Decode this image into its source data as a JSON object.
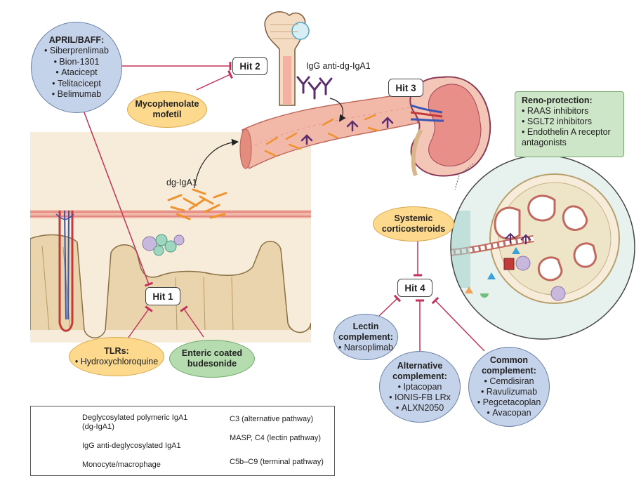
{
  "april_baff": {
    "title": "APRIL/BAFF:",
    "items": [
      "Siberprenlimab",
      "Bion-1301",
      "Atacicept",
      "Telitacicept",
      "Belimumab"
    ]
  },
  "mycophenolate": [
    "Mycophenolate",
    "mofetil"
  ],
  "hits": {
    "hit1": "Hit 1",
    "hit2": "Hit 2",
    "hit3": "Hit 3",
    "hit4": "Hit 4"
  },
  "labels": {
    "igg_anti": "IgG anti-dg-IgA1",
    "dg_iga1": "dg-IgA1"
  },
  "reno": {
    "title": "Reno-protection:",
    "items": [
      "RAAS inhibitors",
      "SGLT2 inhibitors",
      "Endothelin A receptor antagonists"
    ]
  },
  "systemic": [
    "Systemic",
    "corticosteroids"
  ],
  "tlrs": {
    "title": "TLRs:",
    "items": [
      "Hydroxychloroquine"
    ]
  },
  "enteric": [
    "Enteric coated",
    "budesonide"
  ],
  "lectin": {
    "title": [
      "Lectin",
      "complement:"
    ],
    "items": [
      "Narsoplimab"
    ]
  },
  "alternative": {
    "title": [
      "Alternative",
      "complement:"
    ],
    "items": [
      "Iptacopan",
      "IONIS-FB LRx",
      "ALXN2050"
    ]
  },
  "common": {
    "title": [
      "Common",
      "complement:"
    ],
    "items": [
      "Cemdisiran",
      "Ravulizumab",
      "Pegcetacoplan",
      "Avacopan"
    ]
  },
  "legend": {
    "dg_line1": "Deglycosylated polymeric IgA1",
    "dg_line2": "(dg-IgA1)",
    "igg": "IgG anti-deglycosylated IgA1",
    "mono": "Monocyte/macrophage",
    "c3": "C3 (alternative pathway)",
    "masp": "MASP, C4 (lectin pathway)",
    "c5b": "C5b–C9 (terminal pathway)"
  },
  "colors": {
    "inhibit": "#c2335a",
    "blue_circle": "#c5d3ea",
    "yellow_oval": "#fcd98c",
    "green": "#b5dcae",
    "dg_iga1": "#f0922e",
    "igg": "#5b2d6e",
    "vessel": "#f2b9a9",
    "tissue": "#f6ecd9"
  }
}
